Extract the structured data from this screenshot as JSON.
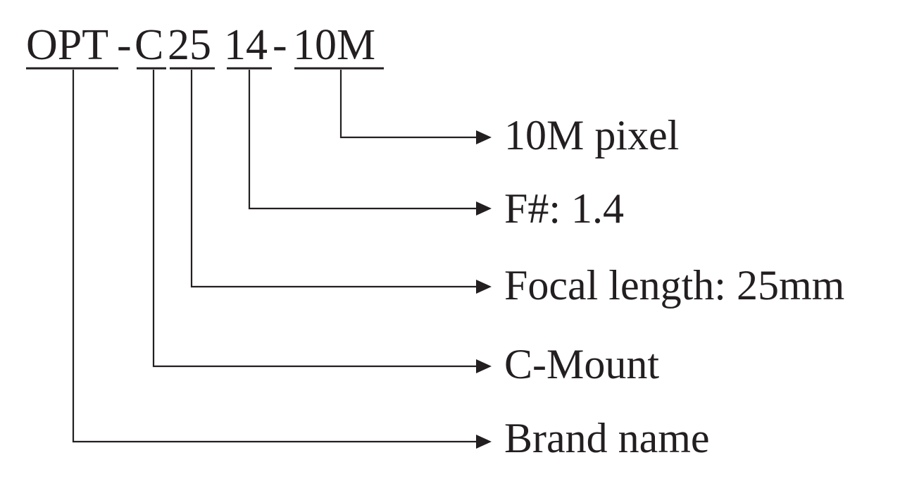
{
  "model_code": {
    "segments": [
      {
        "id": "brand",
        "text": "OPT"
      },
      {
        "id": "sep1",
        "text": "-"
      },
      {
        "id": "mount",
        "text": "C"
      },
      {
        "id": "focal",
        "text": "25"
      },
      {
        "id": "fnum",
        "text": "14"
      },
      {
        "id": "sep2",
        "text": "-"
      },
      {
        "id": "pixel",
        "text": "10M"
      }
    ]
  },
  "descriptions": {
    "pixel": "10M pixel",
    "fnum": "F#: 1.4",
    "focal": "Focal length: 25mm",
    "mount": "C-Mount",
    "brand": "Brand name"
  },
  "colors": {
    "ink": "#231f20",
    "background": "#ffffff"
  }
}
